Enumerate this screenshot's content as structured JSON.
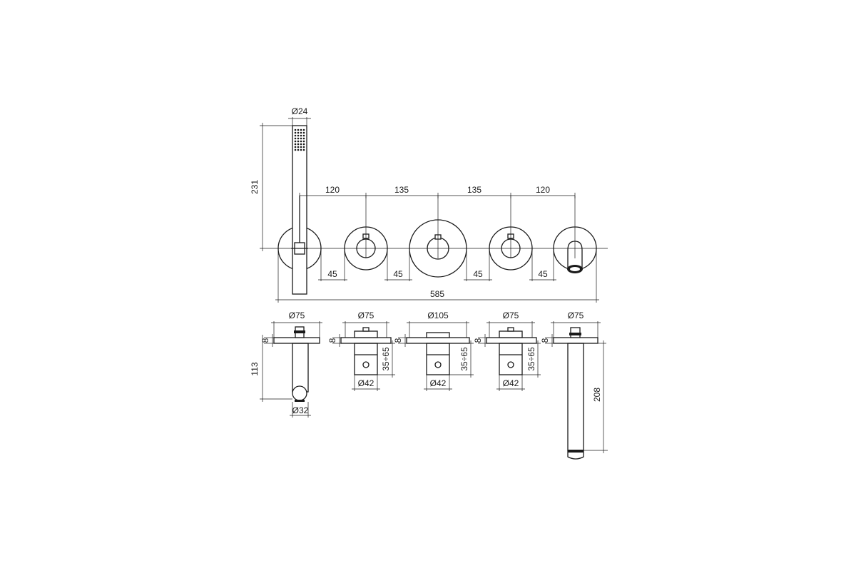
{
  "front_view": {
    "spacings": [
      "120",
      "135",
      "135",
      "120"
    ],
    "gaps": [
      "45",
      "45",
      "45",
      "45"
    ],
    "overall_width": "585",
    "handshower_diameter": "Ø24",
    "handshower_height": "231"
  },
  "side_views": {
    "holder": {
      "plate_diameter": "Ø75",
      "plate_thickness": "8",
      "projection": "113",
      "outlet_diameter": "Ø32"
    },
    "valve_left": {
      "plate_diameter": "Ø75",
      "plate_thickness": "8",
      "depth_range": "35÷65",
      "body_diameter": "Ø42"
    },
    "valve_center": {
      "plate_diameter": "Ø105",
      "plate_thickness": "8",
      "depth_range": "35÷65",
      "body_diameter": "Ø42"
    },
    "valve_right": {
      "plate_diameter": "Ø75",
      "plate_thickness": "8",
      "depth_range": "35÷65",
      "body_diameter": "Ø42"
    },
    "spout": {
      "plate_diameter": "Ø75",
      "plate_thickness": "8",
      "projection": "208"
    }
  }
}
